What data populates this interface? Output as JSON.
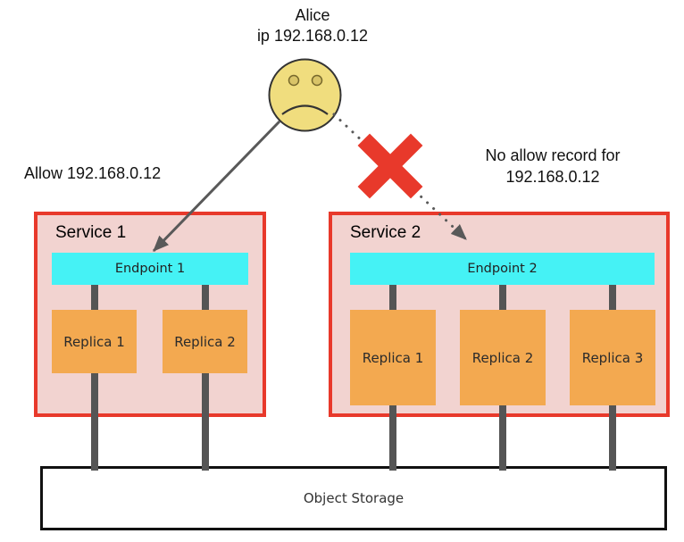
{
  "actor": {
    "name": "Alice",
    "ip": "ip 192.168.0.12"
  },
  "annotations": {
    "allow_label": "Allow 192.168.0.12",
    "deny_line1": "No allow record for",
    "deny_line2": "192.168.0.12"
  },
  "services": [
    {
      "title": "Service 1",
      "endpoint": "Endpoint 1",
      "replicas": [
        "Replica 1",
        "Replica 2"
      ]
    },
    {
      "title": "Service 2",
      "endpoint": "Endpoint 2",
      "replicas": [
        "Replica 1",
        "Replica 2",
        "Replica 3"
      ]
    }
  ],
  "storage": {
    "label": "Object Storage"
  },
  "icons": {
    "actor_face": "sad-face-icon",
    "denied": "red-x-icon",
    "allowed_arrow": "solid-arrow",
    "denied_arrow": "dotted-arrow"
  },
  "colors": {
    "service_fill": "#f2d3d0",
    "service_border": "#e8392b",
    "endpoint_fill": "#45f2f5",
    "replica_fill": "#f3a950",
    "connector_gray": "#555555",
    "arrow_gray": "#595959",
    "deny_x": "#e8392b",
    "face_fill": "#f0dd7e",
    "storage_border": "#111111"
  }
}
